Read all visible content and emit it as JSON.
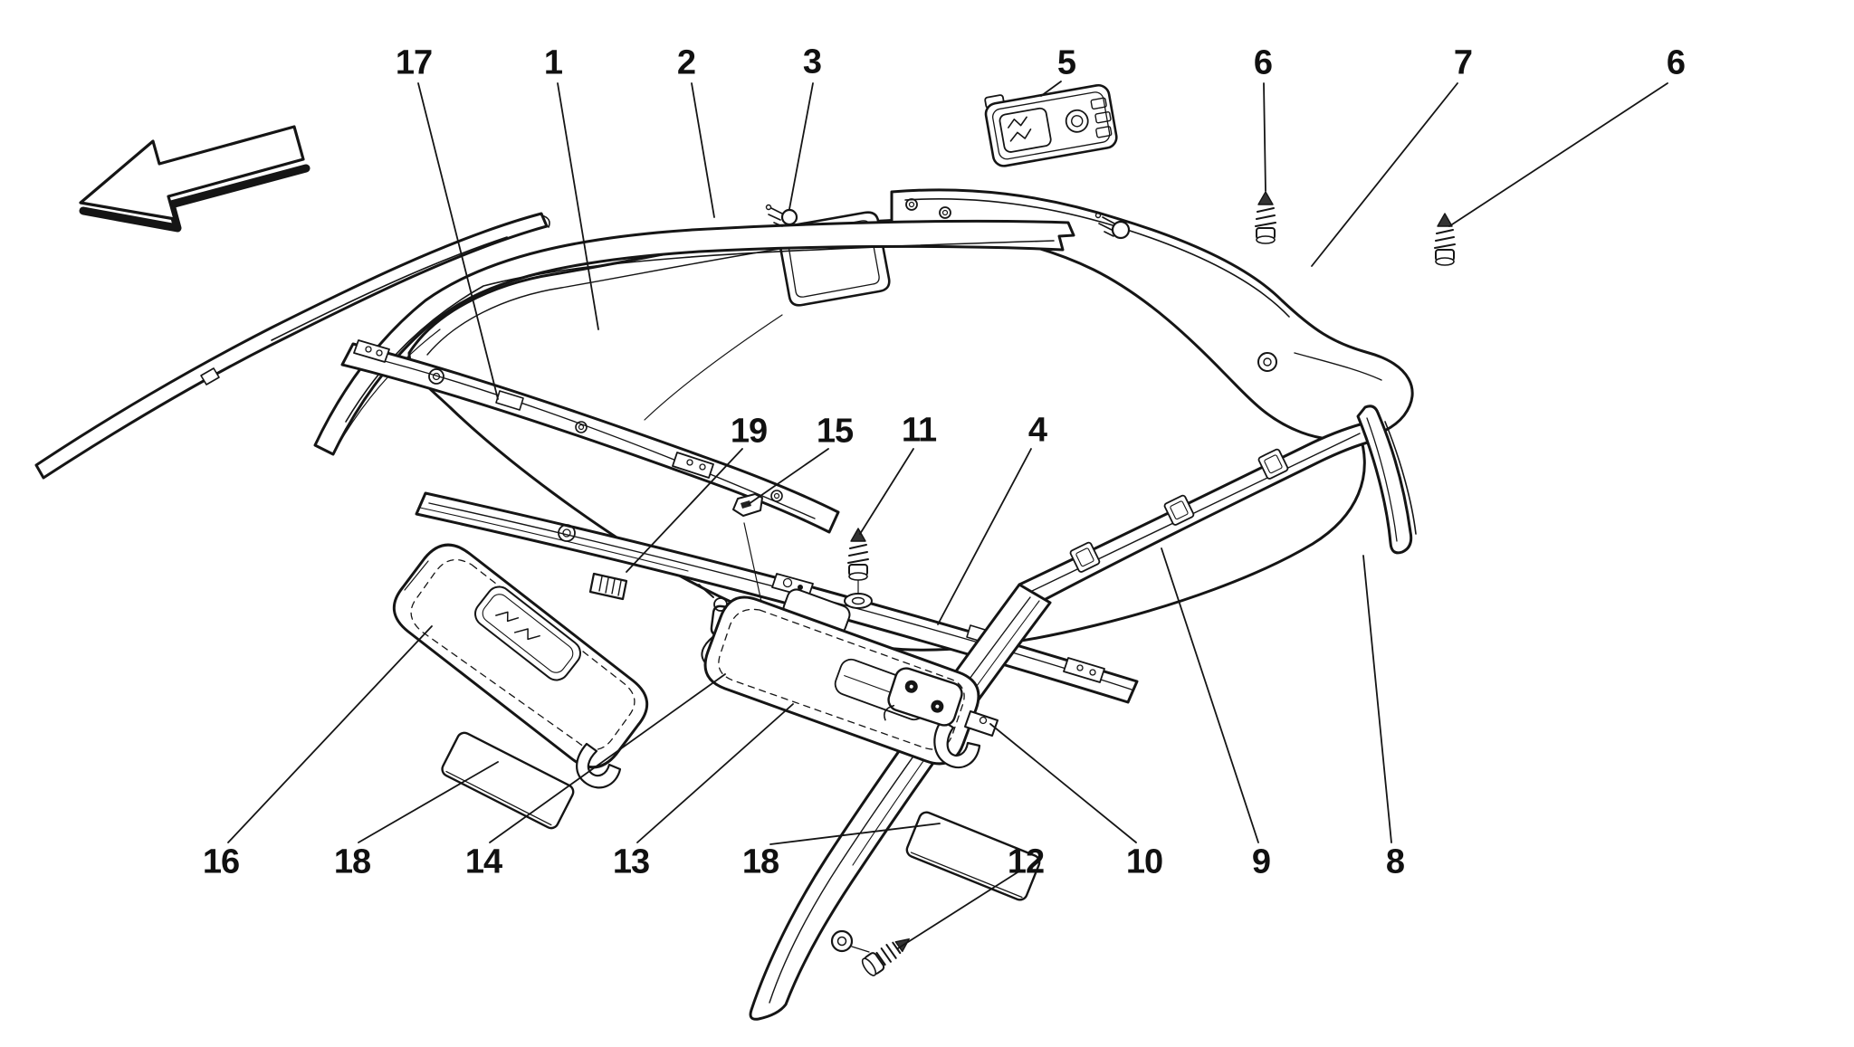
{
  "figure": {
    "kind": "exploded-parts-diagram",
    "background": "#ffffff",
    "ink": "#151515",
    "arrow_icon": "direction-arrow-lower-left"
  },
  "callouts": [
    {
      "text": "17",
      "part": "front-retainer-rail"
    },
    {
      "text": "1",
      "part": "windscreen-header-trim"
    },
    {
      "text": "2",
      "part": "windscreen-header-trim"
    },
    {
      "text": "3",
      "part": "header-screw"
    },
    {
      "text": "5",
      "part": "overhead-light-console"
    },
    {
      "text": "6",
      "part": "self-tapping-screw"
    },
    {
      "text": "7",
      "part": "rear-header-trim"
    },
    {
      "text": "6",
      "part": "self-tapping-screw"
    },
    {
      "text": "19",
      "part": "ribbed-clip"
    },
    {
      "text": "15",
      "part": "retaining-clip"
    },
    {
      "text": "11",
      "part": "screw-with-grommet"
    },
    {
      "text": "4",
      "part": "headliner-panel"
    },
    {
      "text": "16",
      "part": "sun-visor-left"
    },
    {
      "text": "18",
      "part": "adhesive-pad"
    },
    {
      "text": "14",
      "part": "visor-screw"
    },
    {
      "text": "13",
      "part": "sun-visor-right"
    },
    {
      "text": "18",
      "part": "adhesive-pad"
    },
    {
      "text": "12",
      "part": "pillar-screw"
    },
    {
      "text": "10",
      "part": "visor-pivot-bracket"
    },
    {
      "text": "9",
      "part": "roof-side-rail"
    },
    {
      "text": "8",
      "part": "quarter-pillar-trim"
    }
  ]
}
